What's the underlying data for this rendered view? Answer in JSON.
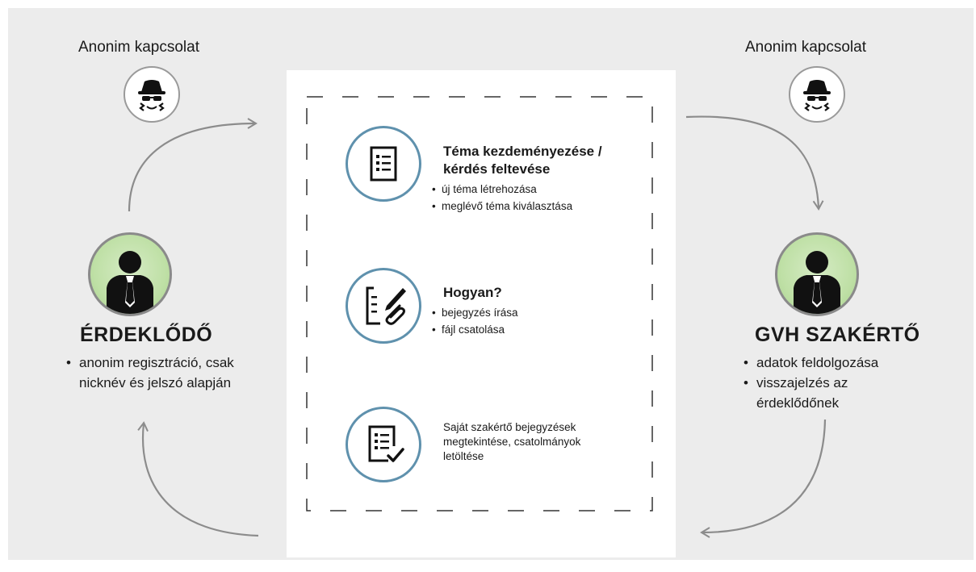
{
  "left_actor": {
    "anon_label": "Anonim kapcsolat",
    "title": "ÉRDEKLŐDŐ",
    "bullets": [
      "anonim regisztráció, csak nicknév és jelszó alapján"
    ]
  },
  "right_actor": {
    "anon_label": "Anonim kapcsolat",
    "title": "GVH SZAKÉRTŐ",
    "bullets": [
      "adatok feldolgozása",
      "visszajelzés az érdeklődőnek"
    ]
  },
  "steps": [
    {
      "title_line1": "Téma kezdeményezése /",
      "title_line2": "kérdés feltevése",
      "items": [
        "új téma létrehozása",
        "meglévő téma kiválasztása"
      ],
      "icon": "list-document-icon"
    },
    {
      "title": "Hogyan?",
      "items": [
        "bejegyzés írása",
        "fájl csatolása"
      ],
      "icon": "edit-attach-icon"
    },
    {
      "text_line1": "Saját szakértő bejegyzések",
      "text_line2": "megtekintése, csatolmányok",
      "text_line3": "letöltése",
      "icon": "checklist-document-icon"
    }
  ],
  "colors": {
    "background": "#ececec",
    "panel": "#ffffff",
    "accent_blue": "#5f91ad",
    "avatar_green": "#bfe0a6",
    "arrow_gray": "#8c8c8c"
  }
}
